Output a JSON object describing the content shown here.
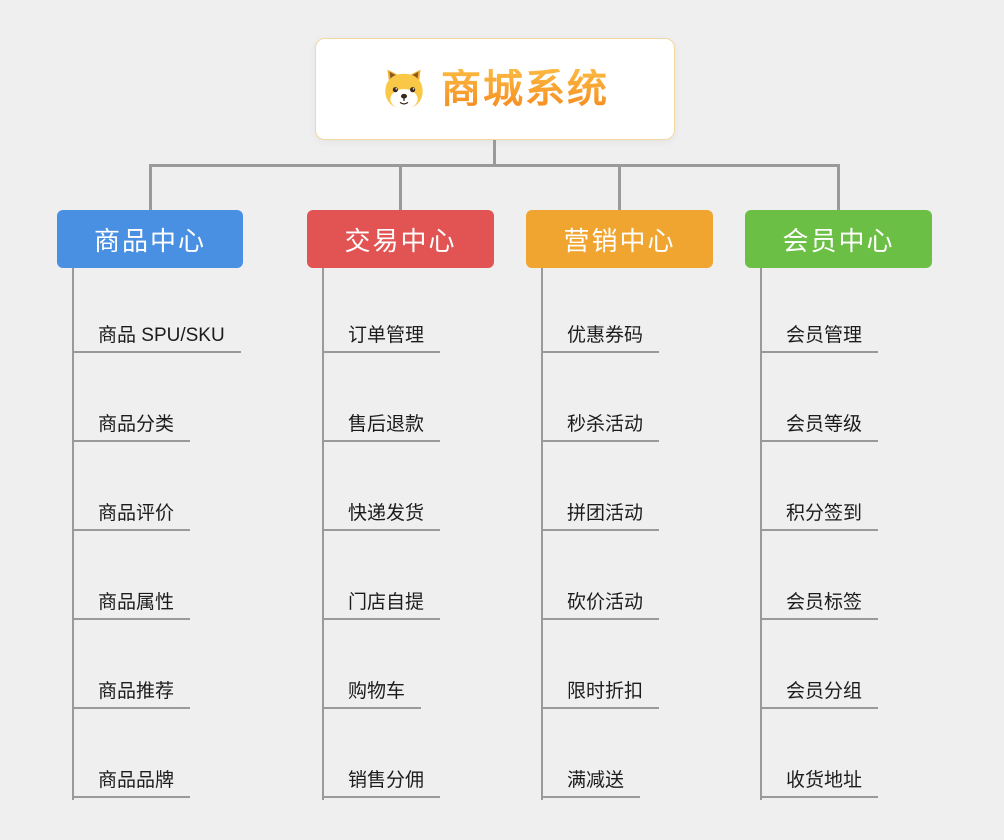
{
  "canvas": {
    "background": "#efefef",
    "line_color": "#9a9a9a"
  },
  "root": {
    "title": "商城系统",
    "icon": "dog-face-icon",
    "title_color": "#f7a233",
    "border_color": "#f4d8a2"
  },
  "branches": [
    {
      "label": "商品中心",
      "color": "#4a90e2",
      "items": [
        "商品 SPU/SKU",
        "商品分类",
        "商品评价",
        "商品属性",
        "商品推荐",
        "商品品牌"
      ]
    },
    {
      "label": "交易中心",
      "color": "#e25454",
      "items": [
        "订单管理",
        "售后退款",
        "快递发货",
        "门店自提",
        "购物车",
        "销售分佣"
      ]
    },
    {
      "label": "营销中心",
      "color": "#efa530",
      "items": [
        "优惠券码",
        "秒杀活动",
        "拼团活动",
        "砍价活动",
        "限时折扣",
        "满减送"
      ]
    },
    {
      "label": "会员中心",
      "color": "#6cbf45",
      "items": [
        "会员管理",
        "会员等级",
        "积分签到",
        "会员标签",
        "会员分组",
        "收货地址"
      ]
    }
  ]
}
